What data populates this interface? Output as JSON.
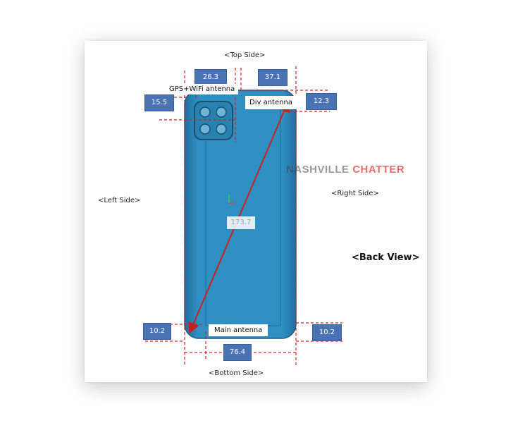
{
  "labels": {
    "top_side": "<Top Side>",
    "bottom_side": "<Bottom Side>",
    "left_side": "<Left Side>",
    "right_side": "<Right Side>",
    "back_view": "<Back View>"
  },
  "dimensions": {
    "top_width": "26.3",
    "top_right": "37.1",
    "left_top": "15.5",
    "right_top": "12.3",
    "diagonal": "173.7",
    "bottom_left": "10.2",
    "bottom_right": "10.2",
    "bottom_width": "76.4"
  },
  "antennas": {
    "gps_wifi": "GPS+WiFi antenna",
    "div": "Div antenna",
    "main": "Main antenna"
  },
  "watermark": {
    "part1": "NASHVILLE",
    "part2": "CHATTER"
  },
  "colors": {
    "phone_body": "#2f8fc2",
    "dimension_box": "#4a73b3",
    "dashed_line": "#d42020",
    "diagonal_line": "#c8201e"
  }
}
